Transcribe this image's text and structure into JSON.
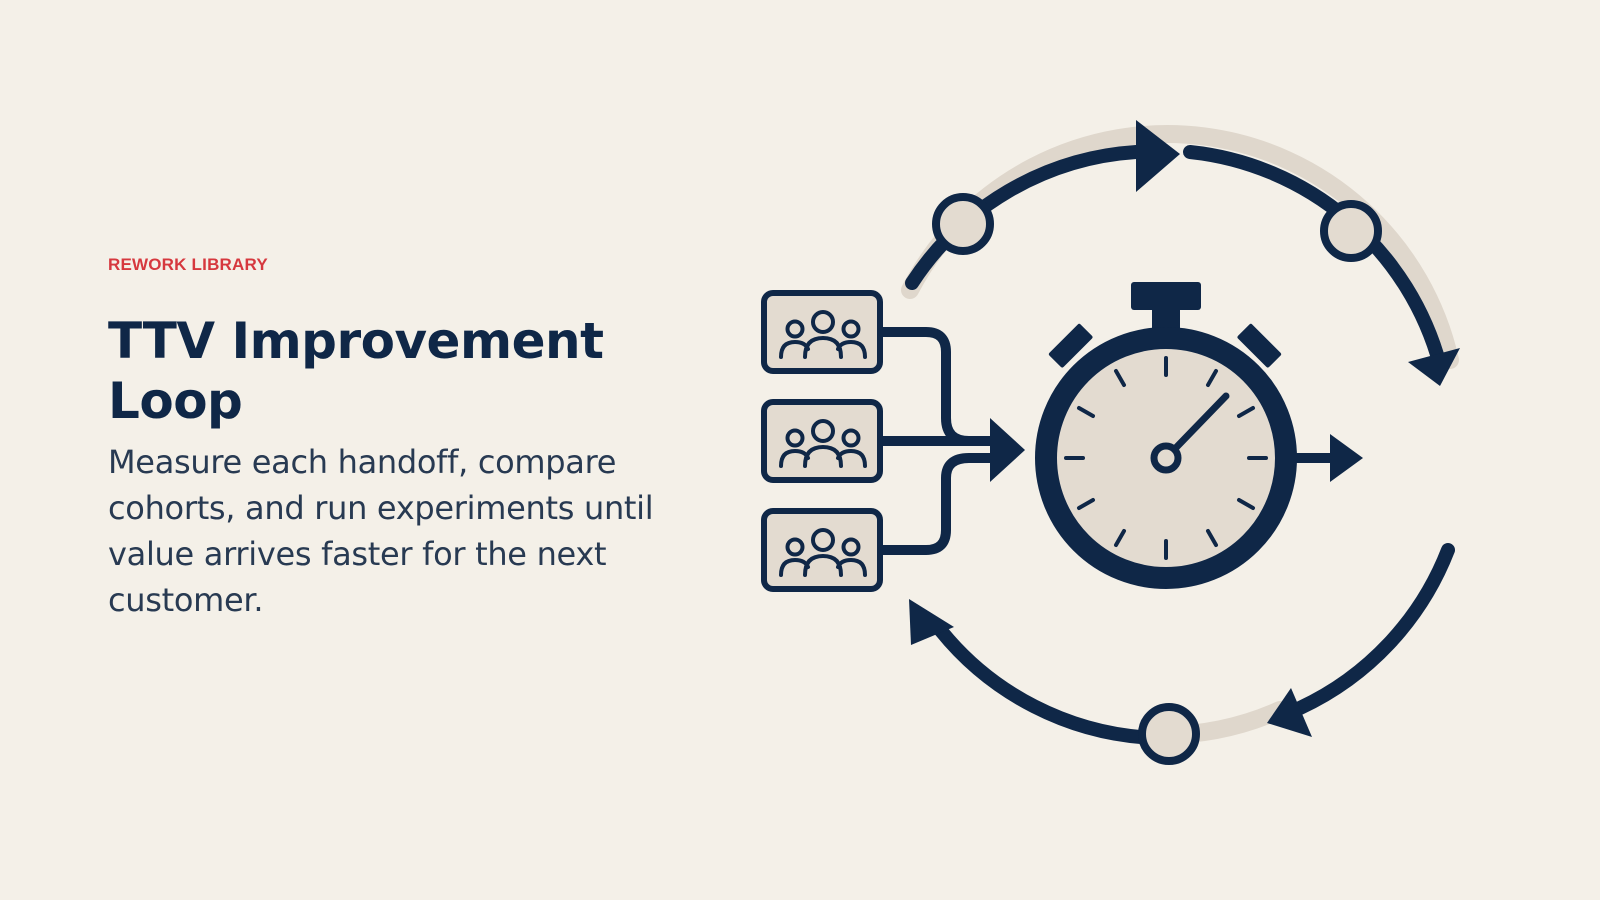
{
  "slide": {
    "eyebrow": "REWORK LIBRARY",
    "title": "TTV Improvement Loop",
    "body": "Measure each handoff, compare cohorts, and run experiments until value arrives faster for the next customer."
  },
  "diagram": {
    "cohort_cards": [
      {
        "icon": "team-icon"
      },
      {
        "icon": "team-icon"
      },
      {
        "icon": "team-icon"
      }
    ],
    "center_icon": "stopwatch-icon",
    "loop_icon": "cycle-arrows-icon"
  },
  "colors": {
    "background": "#f4f0e8",
    "navy": "#0f2747",
    "accent_red": "#d6383e",
    "fill_beige": "#e3dbd0",
    "track": "#dfd7cc"
  }
}
